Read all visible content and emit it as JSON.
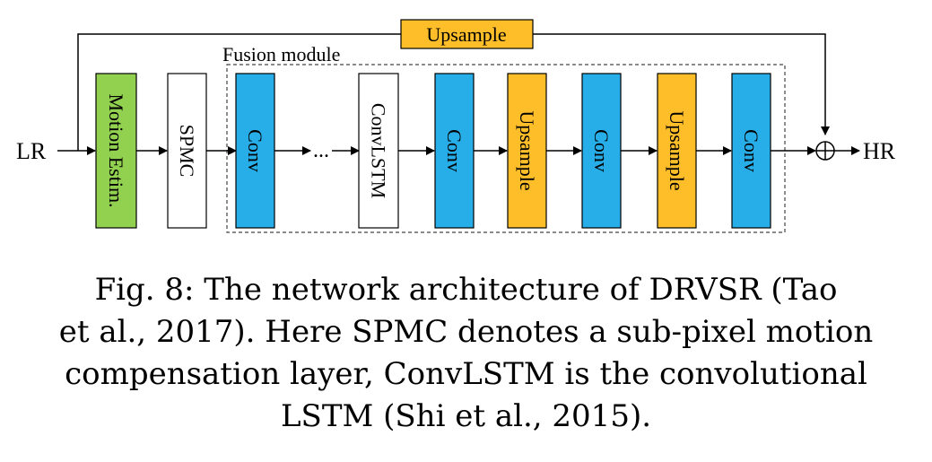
{
  "diagram": {
    "input_label": "LR",
    "output_label": "HR",
    "skip_upsample_label": "Upsample",
    "fusion_module_label": "Fusion module",
    "ellipsis": "...",
    "blocks": [
      {
        "id": "motion-estim",
        "label": "Motion Estim.",
        "color": "#92d050"
      },
      {
        "id": "spmc",
        "label": "SPMC",
        "color": "#ffffff"
      },
      {
        "id": "conv-1",
        "label": "Conv",
        "color": "#27aee9"
      },
      {
        "id": "convlstm",
        "label": "ConvLSTM",
        "color": "#ffffff"
      },
      {
        "id": "conv-2",
        "label": "Conv",
        "color": "#27aee9"
      },
      {
        "id": "upsample-1",
        "label": "Upsample",
        "color": "#fdbe2a"
      },
      {
        "id": "conv-3",
        "label": "Conv",
        "color": "#27aee9"
      },
      {
        "id": "upsample-2",
        "label": "Upsample",
        "color": "#fdbe2a"
      },
      {
        "id": "conv-4",
        "label": "Conv",
        "color": "#27aee9"
      }
    ],
    "upsample_color": "#fdbe2a",
    "combine_symbol": "⊕"
  },
  "caption": {
    "lines": [
      "Fig. 8: The network architecture of DRVSR (Tao",
      "et al., 2017). Here SPMC denotes a sub-pixel motion",
      "compensation layer, ConvLSTM is the convolutional",
      "LSTM (Shi et al., 2015)."
    ]
  }
}
